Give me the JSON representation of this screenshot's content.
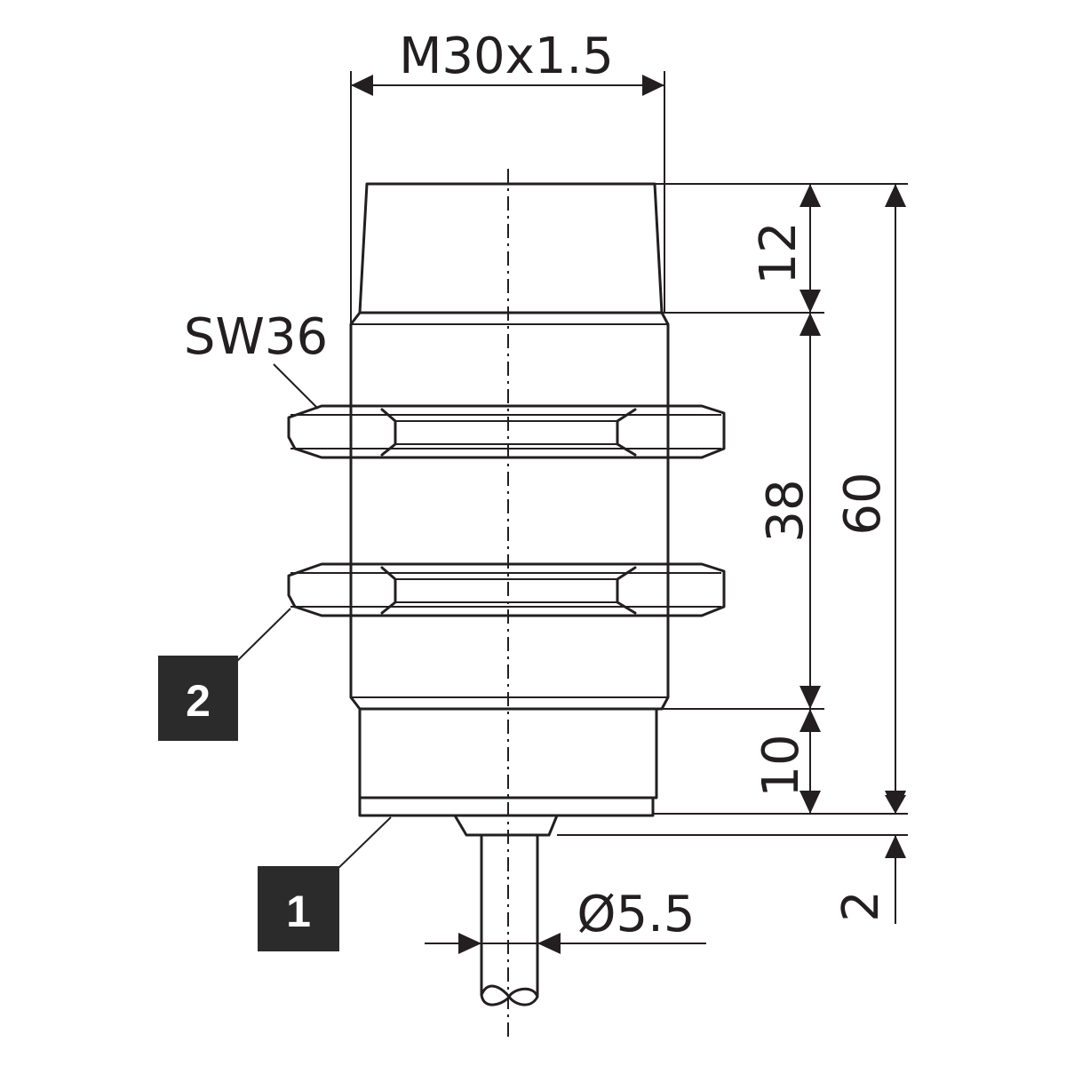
{
  "thread_label": "M30x1.5",
  "wrench_label": "SW36",
  "cable_diameter_label": "Ø5.5",
  "dim_head": "12",
  "dim_thread": "38",
  "dim_bottom": "10",
  "dim_total": "60",
  "dim_cable": "2",
  "callout_1": "1",
  "callout_2": "2"
}
